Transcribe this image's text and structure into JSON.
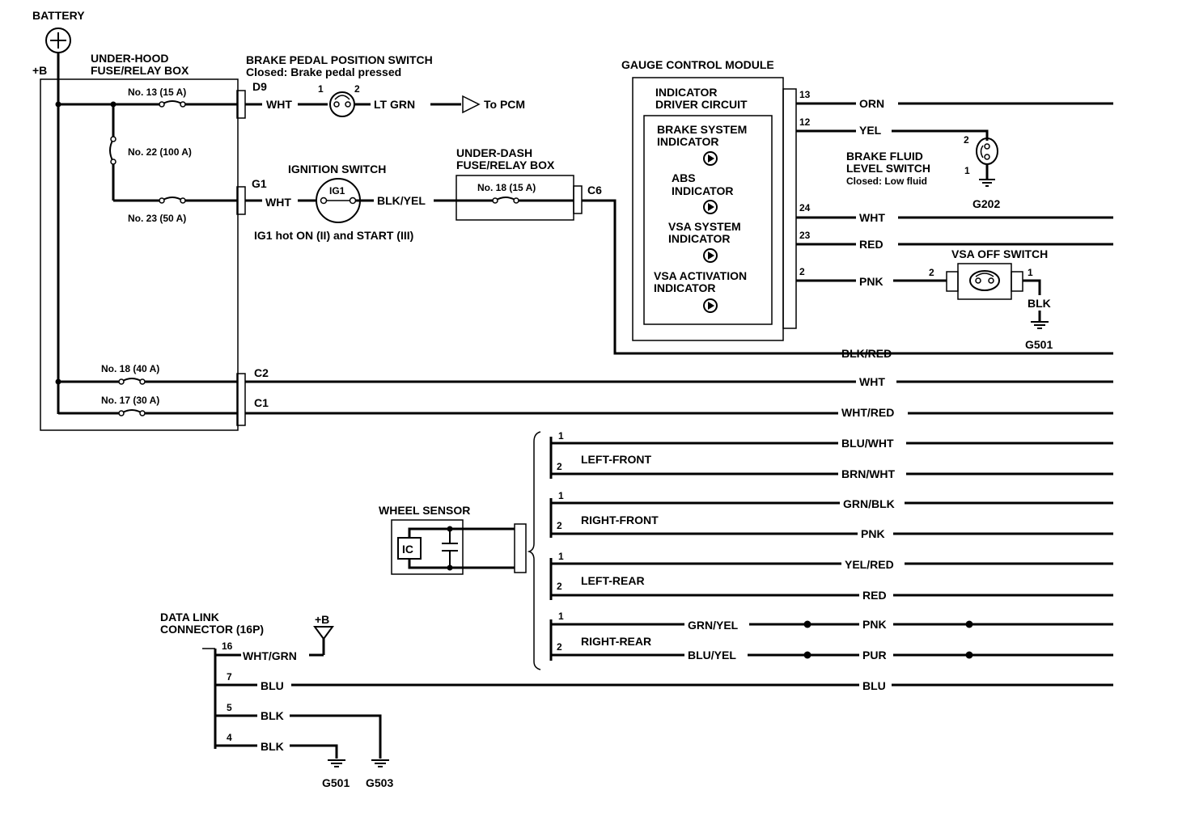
{
  "battery": {
    "label": "BATTERY",
    "plus_b": "+B"
  },
  "underhood": {
    "title1": "UNDER-HOOD",
    "title2": "FUSE/RELAY BOX",
    "fuse13": "No. 13 (15 A)",
    "fuse22": "No. 22 (100 A)",
    "fuse23": "No. 23 (50 A)",
    "fuse18": "No. 18 (40 A)",
    "fuse17": "No. 17 (30 A)",
    "conn_d9": "D9",
    "conn_g1": "G1",
    "conn_c2": "C2",
    "conn_c1": "C1"
  },
  "brake_switch": {
    "title": "BRAKE PEDAL POSITION SWITCH",
    "subtitle": "Closed: Brake pedal pressed",
    "pin1": "1",
    "pin2": "2",
    "wire_in": "WHT",
    "wire_out": "LT GRN",
    "to_pcm": "To PCM"
  },
  "ignition": {
    "title": "IGNITION SWITCH",
    "terminal": "IG1",
    "wire_in": "WHT",
    "wire_out": "BLK/YEL",
    "note": "IG1 hot ON (II) and START (III)"
  },
  "underdash": {
    "title1": "UNDER-DASH",
    "title2": "FUSE/RELAY BOX",
    "fuse18": "No. 18 (15 A)",
    "conn_c6": "C6"
  },
  "gcm": {
    "title": "GAUGE CONTROL MODULE",
    "driver1": "INDICATOR",
    "driver2": "DRIVER CIRCUIT",
    "brake1": "BRAKE SYSTEM",
    "brake2": "INDICATOR",
    "abs1": "ABS",
    "abs2": "INDICATOR",
    "vsa1": "VSA SYSTEM",
    "vsa2": "INDICATOR",
    "vsaact1": "VSA ACTIVATION",
    "vsaact2": "INDICATOR",
    "pin13": "13",
    "pin12": "12",
    "pin24": "24",
    "pin23": "23",
    "pin2": "2"
  },
  "gcm_wires": {
    "orn": "ORN",
    "yel": "YEL",
    "wht": "WHT",
    "red": "RED",
    "pnk": "PNK",
    "blkred": "BLK/RED",
    "wht2": "WHT",
    "whtred": "WHT/RED"
  },
  "fluid_switch": {
    "title1": "BRAKE FLUID",
    "title2": "LEVEL SWITCH",
    "subtitle": "Closed: Low fluid",
    "pin2": "2",
    "pin1": "1",
    "ground": "G202"
  },
  "vsa_off": {
    "title": "VSA OFF SWITCH",
    "pin2": "2",
    "pin1": "1",
    "wire": "BLK",
    "ground": "G501"
  },
  "wheel_sensor": {
    "title": "WHEEL SENSOR",
    "ic": "IC",
    "pin1": "1",
    "pin2": "2",
    "lf": "LEFT-FRONT",
    "rf": "RIGHT-FRONT",
    "lr": "LEFT-REAR",
    "rr": "RIGHT-REAR",
    "lf1": "BLU/WHT",
    "lf2": "BRN/WHT",
    "rf1": "GRN/BLK",
    "rf2": "PNK",
    "lr1": "YEL/RED",
    "lr2": "RED",
    "rr1a": "GRN/YEL",
    "rr1b": "PNK",
    "rr2a": "BLU/YEL",
    "rr2b": "PUR"
  },
  "dlc": {
    "title1": "DATA LINK",
    "title2": "CONNECTOR (16P)",
    "plus_b": "+B",
    "pin16": "16",
    "pin7": "7",
    "pin5": "5",
    "pin4": "4",
    "wire16": "WHT/GRN",
    "wire7a": "BLU",
    "wire7b": "BLU",
    "wire5": "BLK",
    "wire4": "BLK",
    "g501": "G501",
    "g503": "G503"
  }
}
